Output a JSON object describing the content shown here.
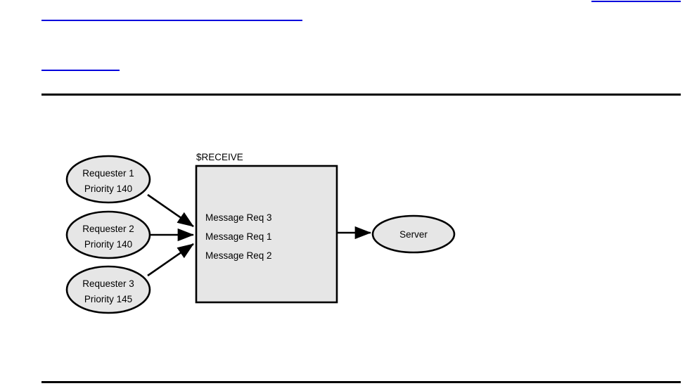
{
  "document": {
    "links": [
      {
        "name": "top-right-link",
        "text": ""
      },
      {
        "name": "upper-link",
        "text": ""
      },
      {
        "name": "lower-link",
        "text": ""
      }
    ],
    "separators": [
      {
        "name": "header-rule"
      },
      {
        "name": "footer-rule"
      }
    ],
    "link_color": "#0000dd",
    "rule_color": "#000000"
  },
  "figure": {
    "name": "message-queue-priority-diagram",
    "colors": {
      "node_fill": "#e6e6e6",
      "node_stroke": "#000000",
      "box_fill": "#e6e6e6",
      "box_stroke": "#000000",
      "edge": "#000000"
    },
    "requesters": [
      {
        "line1": "Requester 1",
        "line2": "Priority 140"
      },
      {
        "line1": "Requester 2",
        "line2": "Priority 140"
      },
      {
        "line1": "Requester 3",
        "line2": "Priority 145"
      }
    ],
    "queue": {
      "caption": "$RECEIVE",
      "messages": [
        "Message Req 3",
        "Message Req 1",
        "Message Req 2"
      ]
    },
    "server": {
      "label": "Server"
    }
  }
}
